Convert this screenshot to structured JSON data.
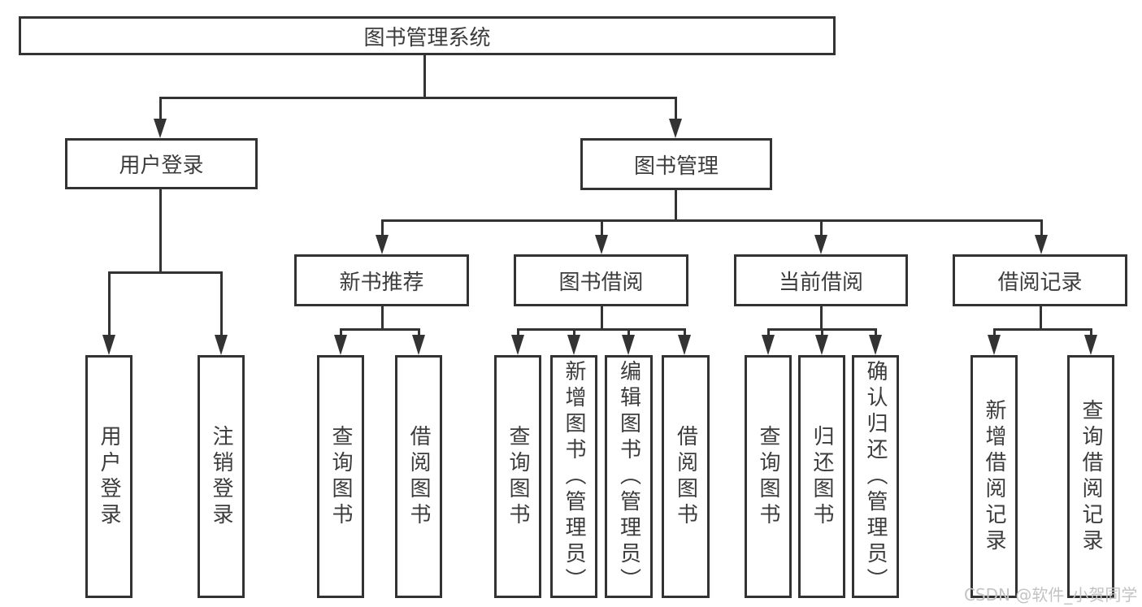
{
  "diagram": {
    "type": "hierarchy-tree",
    "root": {
      "label": "图书管理系统",
      "children": [
        {
          "label": "用户登录",
          "children": [
            {
              "label": "用户登录"
            },
            {
              "label": "注销登录"
            }
          ]
        },
        {
          "label": "图书管理",
          "children": [
            {
              "label": "新书推荐",
              "children": [
                {
                  "label": "查询图书"
                },
                {
                  "label": "借阅图书"
                }
              ]
            },
            {
              "label": "图书借阅",
              "children": [
                {
                  "label": "查询图书"
                },
                {
                  "label": "新增图书（管理员）"
                },
                {
                  "label": "编辑图书（管理员）"
                },
                {
                  "label": "借阅图书"
                }
              ]
            },
            {
              "label": "当前借阅",
              "children": [
                {
                  "label": "查询图书"
                },
                {
                  "label": "归还图书"
                },
                {
                  "label": "确认归还（管理员）"
                }
              ]
            },
            {
              "label": "借阅记录",
              "children": [
                {
                  "label": "新增借阅记录"
                },
                {
                  "label": "查询借阅记录"
                }
              ]
            }
          ]
        }
      ]
    }
  },
  "watermark": {
    "text": "CSDN @软件_小贺同学"
  },
  "colors": {
    "line": "#333333",
    "text": "#3c3c3c",
    "watermark": "#c3c3c3",
    "background": "#ffffff"
  }
}
